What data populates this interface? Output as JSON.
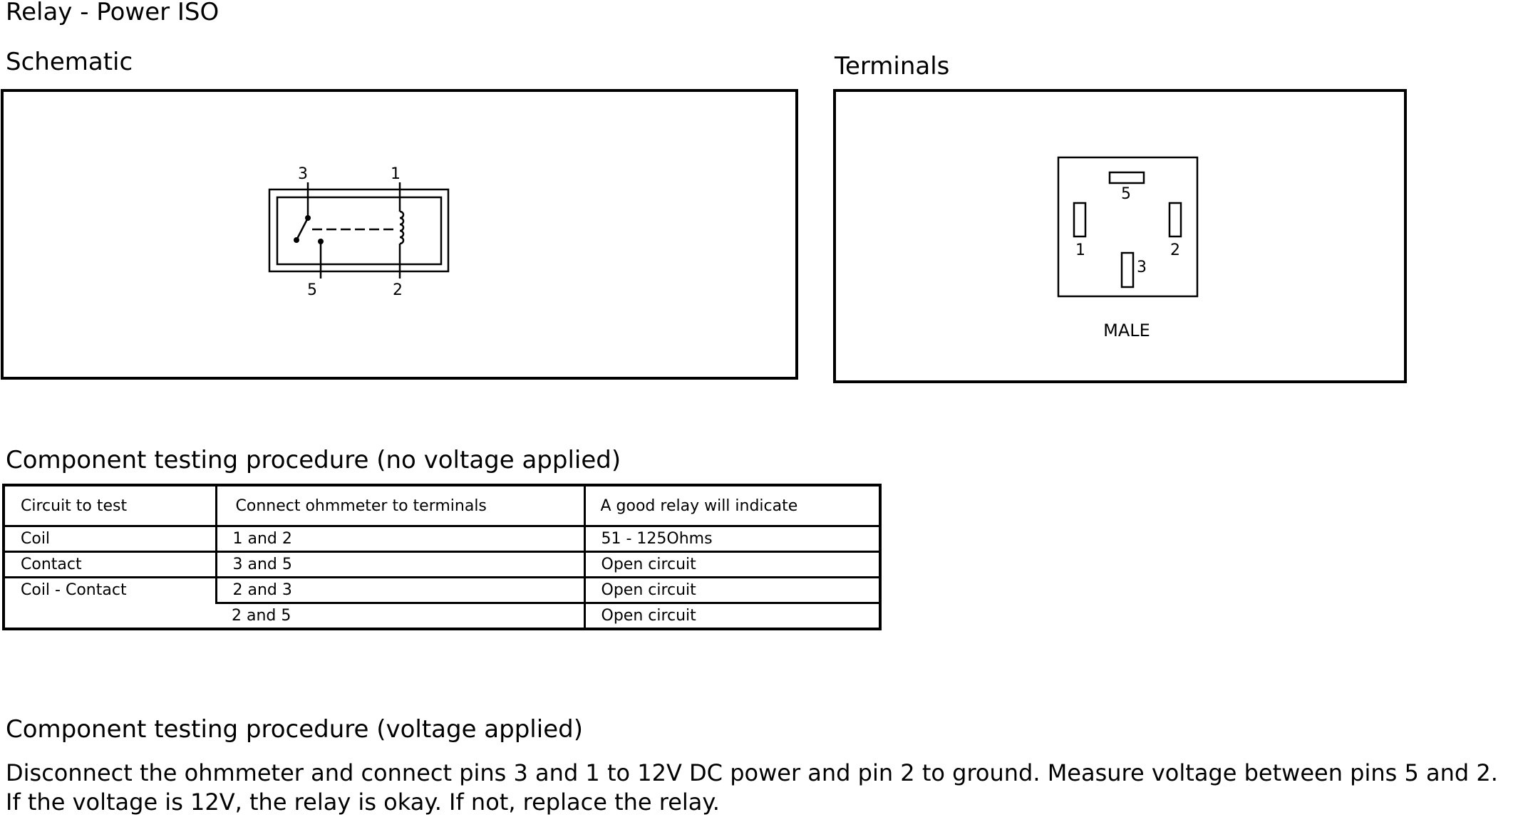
{
  "page": {
    "title": "Relay - Power ISO"
  },
  "schematic": {
    "heading": "Schematic",
    "pins": {
      "top_left": "3",
      "top_right": "1",
      "bottom_left": "5",
      "bottom_right": "2"
    }
  },
  "terminals": {
    "heading": "Terminals",
    "pins": {
      "top": "5",
      "left": "1",
      "right": "2",
      "bottom": "3"
    },
    "caption": "MALE"
  },
  "no_voltage_test": {
    "heading": "Component testing procedure (no voltage applied)",
    "columns": [
      "Circuit to test",
      "Connect ohmmeter to terminals",
      "A good relay will indicate"
    ],
    "rows": [
      {
        "circuit": "Coil",
        "terminals": "1 and 2",
        "result": "51 - 125Ohms"
      },
      {
        "circuit": "Contact",
        "terminals": "3 and 5",
        "result": "Open circuit"
      },
      {
        "circuit": "Coil - Contact",
        "terminals": "2 and 3",
        "result": "Open circuit"
      },
      {
        "circuit": "",
        "terminals": "2 and 5",
        "result": "Open circuit"
      }
    ]
  },
  "voltage_test": {
    "heading": "Component testing procedure (voltage applied)",
    "text": "Disconnect the ohmmeter and connect pins 3 and 1 to 12V DC power and pin 2 to ground. Measure voltage between pins 5 and 2. If the voltage is 12V, the relay is okay. If not, replace the relay."
  }
}
